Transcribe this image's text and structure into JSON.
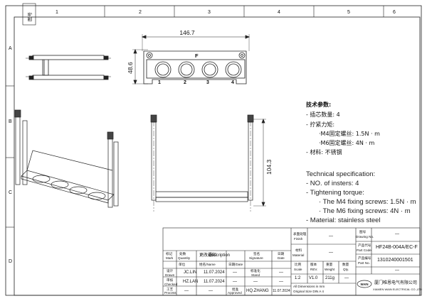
{
  "frame": {
    "columns": [
      "1",
      "2",
      "3",
      "4",
      "5",
      "6"
    ],
    "rows": [
      "A",
      "B",
      "C",
      "D"
    ],
    "stamp": "图号"
  },
  "dimensions": {
    "width": "146.7",
    "height": "48.6",
    "side_height": "104.3",
    "marker_letter": "F",
    "insert_numbers": [
      "1",
      "2",
      "3",
      "4"
    ]
  },
  "spec_cn": {
    "title": "技术参数:",
    "lines": [
      "- 插芯数量: 4",
      "- 拧紧力矩:",
      "·M4固定螺丝: 1.5N · m",
      "·M6固定螺丝: 4N · m",
      "- 材料: 不锈钢"
    ]
  },
  "spec_en": {
    "title": "Technical specification:",
    "lines": [
      "- NO. of insters: 4",
      "- Tightening torque:",
      "· The M4 fixing screws: 1.5N · m",
      "· The M6 fixing screws: 4N · m",
      "- Material: stainless steel"
    ]
  },
  "title_block": {
    "finish_cn": "表面处理",
    "finish_en": "Finish",
    "finish_val": "—",
    "material_cn": "材料",
    "material_en": "Material",
    "material_val": "—",
    "drawing_no_cn": "图号",
    "drawing_no_en": "Drawing No.",
    "drawing_no_val": "—",
    "part_code_cn": "产品代号",
    "part_code_en": "Part Code",
    "part_code_val": "HF24B-004A/EC-F",
    "part_no_cn": "产品编号",
    "part_no_en": "Part No.",
    "part_no_val": "1310240001501",
    "mark_cn": "标记",
    "mark_en": "Mark",
    "qty_cn": "处数",
    "qty_en": "Quantity",
    "change_cn": "更改通知",
    "change_en": "Description",
    "sig_cn": "签名",
    "sig_en": "Signature",
    "date_cn": "日期",
    "date_en": "Date",
    "role_cn": "单位",
    "role_en": "",
    "name_cn": "姓名/Name",
    "date2_cn": "日期/Date",
    "drawn_cn": "设计",
    "drawn_en": "Drawn",
    "drawn_name": "JC.LIN",
    "drawn_date": "11.07.2024",
    "checked_cn": "审核",
    "checked_en": "Checked",
    "checked_name": "HZ.LAN",
    "checked_date": "11.07.2024",
    "process_cn": "工艺",
    "process_en": "Process",
    "stand_cn": "标准化",
    "stand_en": "Stand",
    "approved_cn": "批准",
    "approved_en": "Approved",
    "approved_name": "HQ.ZHANG",
    "approved_date": "11.07.2024",
    "scale_cn": "比例",
    "scale_en": "Scale",
    "scale_val": "1:2",
    "rev_cn": "版本",
    "rev_en": "REV.",
    "rev_val": "V1.0",
    "weight_cn": "重量",
    "weight_en": "Weight",
    "weight_val": "211g",
    "qty2_cn": "数量",
    "qty2_en": "Qty.",
    "qty2_val": "—",
    "dash": "—",
    "dims_note_1": "All Dimensions in mm",
    "dims_note_2": "Original Size DIN A 4",
    "company_cn": "厦门唯恩电气有限公司",
    "company_en": "XIAMEN WAIN ELECTRICAL CO.,LTD",
    "logo_text": "WAIN"
  }
}
